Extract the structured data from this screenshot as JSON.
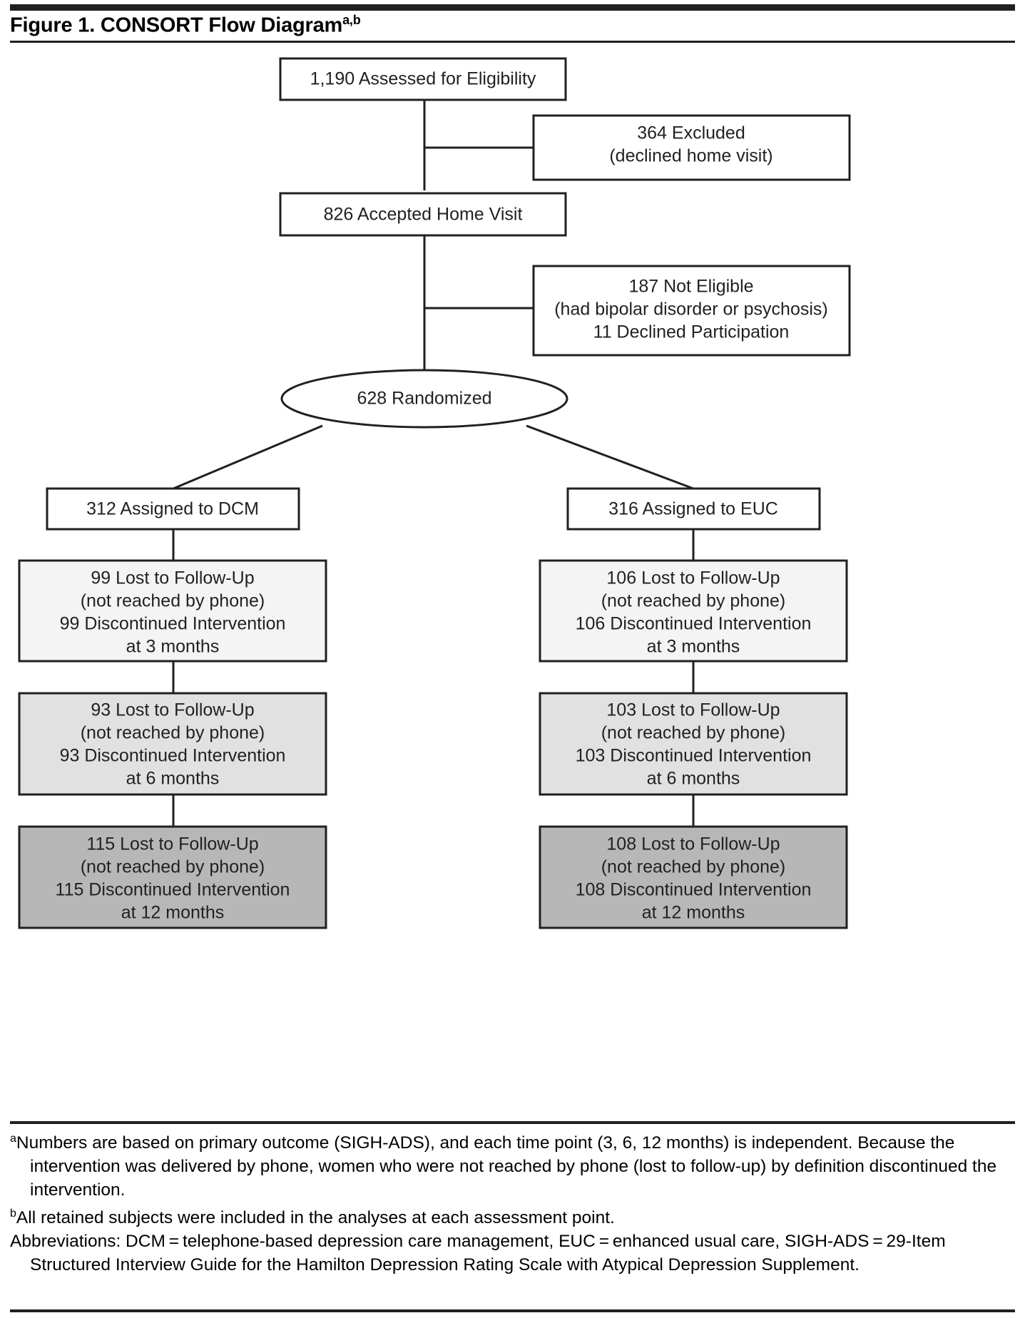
{
  "figure": {
    "title": "Figure 1. CONSORT Flow Diagram",
    "title_superscript": "a,b"
  },
  "diagram": {
    "type": "flow-diagram",
    "nodes": {
      "assessed": {
        "id": "assessed-for-eligibility",
        "shape": "rect",
        "fill": "#ffffff",
        "lines": [
          "1,190 Assessed for Eligibility"
        ]
      },
      "excluded": {
        "id": "excluded",
        "shape": "rect",
        "fill": "#ffffff",
        "lines": [
          "364 Excluded",
          "(declined home visit)"
        ]
      },
      "accepted": {
        "id": "accepted-home-visit",
        "shape": "rect",
        "fill": "#ffffff",
        "lines": [
          "826 Accepted Home Visit"
        ]
      },
      "not_eligible": {
        "id": "not-eligible",
        "shape": "rect",
        "fill": "#ffffff",
        "lines": [
          "187 Not Eligible",
          "(had bipolar disorder or psychosis)",
          "11 Declined Participation"
        ]
      },
      "randomized": {
        "id": "randomized",
        "shape": "ellipse",
        "fill": "#ffffff",
        "lines": [
          "628 Randomized"
        ]
      },
      "dcm_assigned": {
        "id": "assigned-to-dcm",
        "shape": "rect",
        "fill": "#ffffff",
        "lines": [
          "312 Assigned to DCM"
        ]
      },
      "euc_assigned": {
        "id": "assigned-to-euc",
        "shape": "rect",
        "fill": "#ffffff",
        "lines": [
          "316 Assigned to EUC"
        ]
      },
      "dcm_3mo": {
        "id": "dcm-3-months",
        "shape": "rect",
        "fill": "#f4f4f4",
        "lines": [
          "99 Lost to Follow-Up",
          "(not reached by phone)",
          "99 Discontinued Intervention",
          "at 3 months"
        ]
      },
      "dcm_6mo": {
        "id": "dcm-6-months",
        "shape": "rect",
        "fill": "#e1e1e1",
        "lines": [
          "93 Lost to Follow-Up",
          "(not reached by phone)",
          "93 Discontinued Intervention",
          "at 6 months"
        ]
      },
      "dcm_12mo": {
        "id": "dcm-12-months",
        "shape": "rect",
        "fill": "#b7b7b7",
        "lines": [
          "115 Lost to Follow-Up",
          "(not reached by phone)",
          "115 Discontinued Intervention",
          "at 12 months"
        ]
      },
      "euc_3mo": {
        "id": "euc-3-months",
        "shape": "rect",
        "fill": "#f4f4f4",
        "lines": [
          "106 Lost to Follow-Up",
          "(not reached by phone)",
          "106 Discontinued Intervention",
          "at 3 months"
        ]
      },
      "euc_6mo": {
        "id": "euc-6-months",
        "shape": "rect",
        "fill": "#e1e1e1",
        "lines": [
          "103 Lost to Follow-Up",
          "(not reached by phone)",
          "103 Discontinued Intervention",
          "at 6 months"
        ]
      },
      "euc_12mo": {
        "id": "euc-12-months",
        "shape": "rect",
        "fill": "#b7b7b7",
        "lines": [
          "108 Lost to Follow-Up",
          "(not reached by phone)",
          "108 Discontinued Intervention",
          "at 12 months"
        ]
      }
    }
  },
  "footnotes": {
    "a_marker": "a",
    "a_text": "Numbers are based on primary outcome (SIGH-ADS), and each time point (3, 6, 12 months) is independent. Because the intervention was delivered by phone, women who were not reached by phone (lost to follow-up) by definition discontinued the intervention.",
    "b_marker": "b",
    "b_text": "All retained subjects were included in the analyses at each assessment point.",
    "abbreviations": "Abbreviations: DCM = telephone-based depression care management, EUC = enhanced usual care, SIGH-ADS = 29-Item Structured Interview Guide for the Hamilton Depression Rating Scale with Atypical Depression Supplement."
  }
}
